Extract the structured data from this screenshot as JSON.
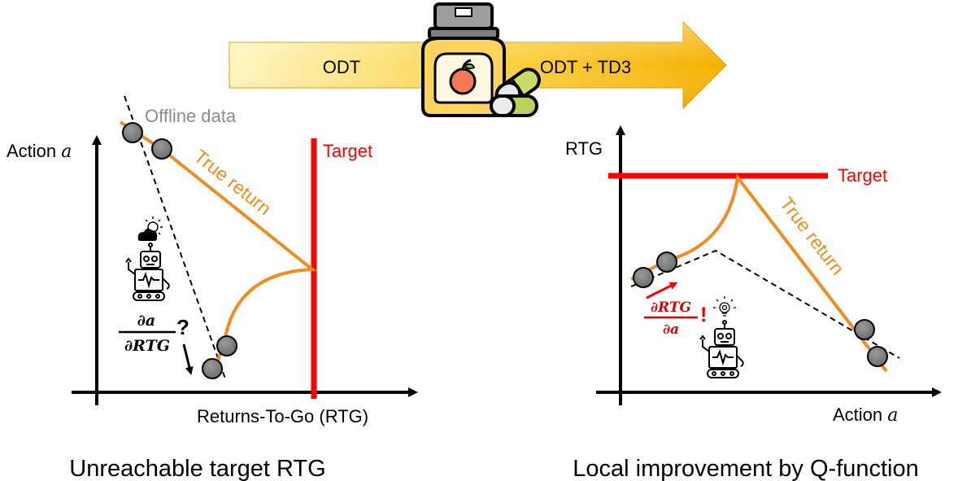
{
  "banner": {
    "left_label": "ODT",
    "right_label": "ODT + TD3"
  },
  "left_panel": {
    "y_axis_label": "Action ",
    "y_axis_var": "a",
    "x_axis_label": "Returns-To-Go (RTG)",
    "offline_data_label": "Offline data",
    "target_label": "Target",
    "true_return_label": "True return",
    "fraction_numerator": "∂a",
    "fraction_denominator": "∂RTG",
    "fraction_mark": "?",
    "caption": "Unreachable target RTG"
  },
  "right_panel": {
    "y_axis_label": "RTG",
    "x_axis_label": "Action ",
    "x_axis_var": "a",
    "target_label": "Target",
    "true_return_label": "True return",
    "fraction_numerator": "∂RTG",
    "fraction_denominator": "∂a",
    "fraction_mark": "!",
    "caption": "Local improvement by Q-function"
  },
  "colors": {
    "orange": "#F28C1E",
    "red": "#FF0000",
    "gray_point": "#7F7F7F",
    "arrow_gradient_start": "#FFF3B0",
    "arrow_gradient_end": "#F5B800"
  },
  "icons": [
    "bottle-icon",
    "pill-icon",
    "robot-icon",
    "cloud-sun-icon",
    "lightbulb-icon"
  ]
}
